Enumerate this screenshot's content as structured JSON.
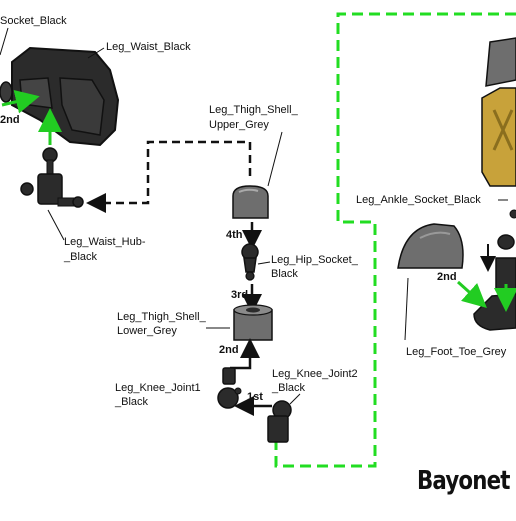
{
  "labels": {
    "leg_hip_socket_black_top": "Socket_Black",
    "leg_waist_black": "Leg_Waist_Black",
    "leg_waist_hub_black_line1": "Leg_Waist_Hub-",
    "leg_waist_hub_black_line2": "_Black",
    "leg_thigh_shell_upper_line1": "Leg_Thigh_Shell_",
    "leg_thigh_shell_upper_line2": "Upper_Grey",
    "leg_hip_socket_line1": "Leg_Hip_Socket_",
    "leg_hip_socket_line2": "Black",
    "leg_thigh_shell_lower_line1": "Leg_Thigh_Shell_",
    "leg_thigh_shell_lower_line2": "Lower_Grey",
    "leg_knee_joint1_line1": "Leg_Knee_Joint1",
    "leg_knee_joint1_line2": "_Black",
    "leg_knee_joint2_line1": "Leg_Knee_Joint2",
    "leg_knee_joint2_line2": "_Black",
    "leg_ankle_socket_black": "Leg_Ankle_Socket_Black",
    "leg_foot_toe_grey": "Leg_Foot_Toe_Grey"
  },
  "steps": {
    "first": "1st",
    "second_knee": "2nd",
    "third": "3rd",
    "fourth": "4th",
    "second_waist": "2nd",
    "second_foot": "2nd"
  },
  "brand": "Bayonet",
  "colors": {
    "part_black": "#2b2b2b",
    "part_grey": "#6e6e6e",
    "part_gold": "#c8a23a",
    "arrow_green": "#22cc22",
    "dashed_green": "#22dd22",
    "dashed_black": "#111111"
  }
}
